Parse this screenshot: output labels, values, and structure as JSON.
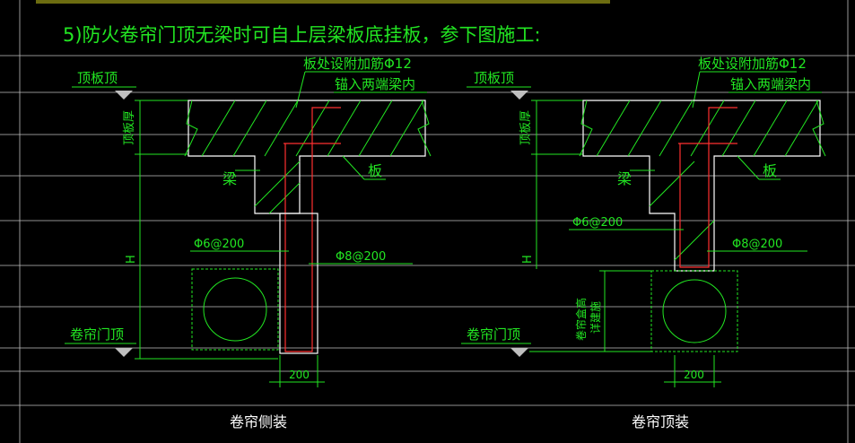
{
  "heading": "5)防火卷帘门顶无梁时可自上层梁板底挂板，参下图施工:",
  "left": {
    "top_slab_label": "顶板顶",
    "rebar_note_1": "板处设附加筋Φ12",
    "rebar_note_2": "锚入两端梁内",
    "slab_thickness_label": "顶板厚",
    "beam_label": "梁",
    "slab_label": "板",
    "stirrup_label": "Φ6@200",
    "bar_label": "Φ8@200",
    "height_label": "H",
    "door_top_label": "卷帘门顶",
    "width_label": "200",
    "caption": "卷帘侧装"
  },
  "right": {
    "top_slab_label": "顶板顶",
    "rebar_note_1": "板处设附加筋Φ12",
    "rebar_note_2": "锚入两端梁内",
    "slab_thickness_label": "顶板厚",
    "beam_label": "梁",
    "slab_label": "板",
    "stirrup_label": "Φ6@200",
    "bar_label": "Φ8@200",
    "height_label": "H",
    "door_top_label": "卷帘门顶",
    "side_note_1": "卷帘盒高",
    "side_note_2": "详建施",
    "width_label": "200",
    "caption": "卷帘顶装"
  },
  "colors": {
    "background": "#000000",
    "dim": "#22e622",
    "outline": "#ffffff",
    "rebar": "#ff3030"
  }
}
